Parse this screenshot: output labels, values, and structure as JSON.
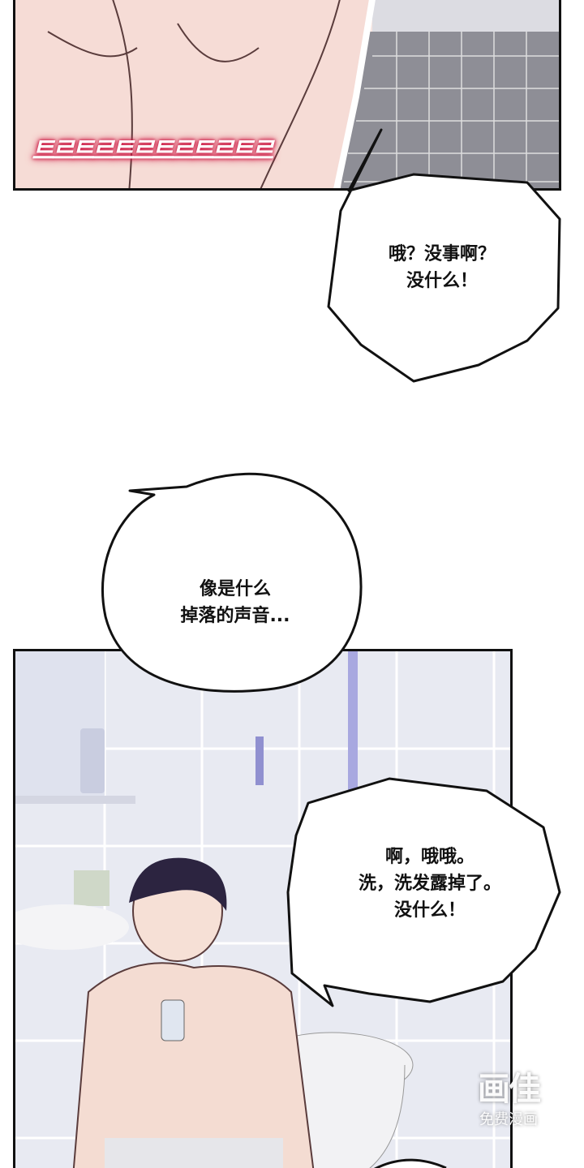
{
  "panel1": {
    "sfx": "트르트르트르트르트르트르"
  },
  "bubbles": [
    {
      "lines": [
        "哦？没事啊？",
        "没什么！"
      ]
    },
    {
      "lines": [
        "像是什么",
        "掉落的声音..."
      ]
    },
    {
      "lines": [
        "啊，哦哦。",
        "洗，洗发露掉了。",
        "没什么！"
      ]
    }
  ],
  "watermark": {
    "logo": "画佳",
    "sub": "免费漫画"
  }
}
